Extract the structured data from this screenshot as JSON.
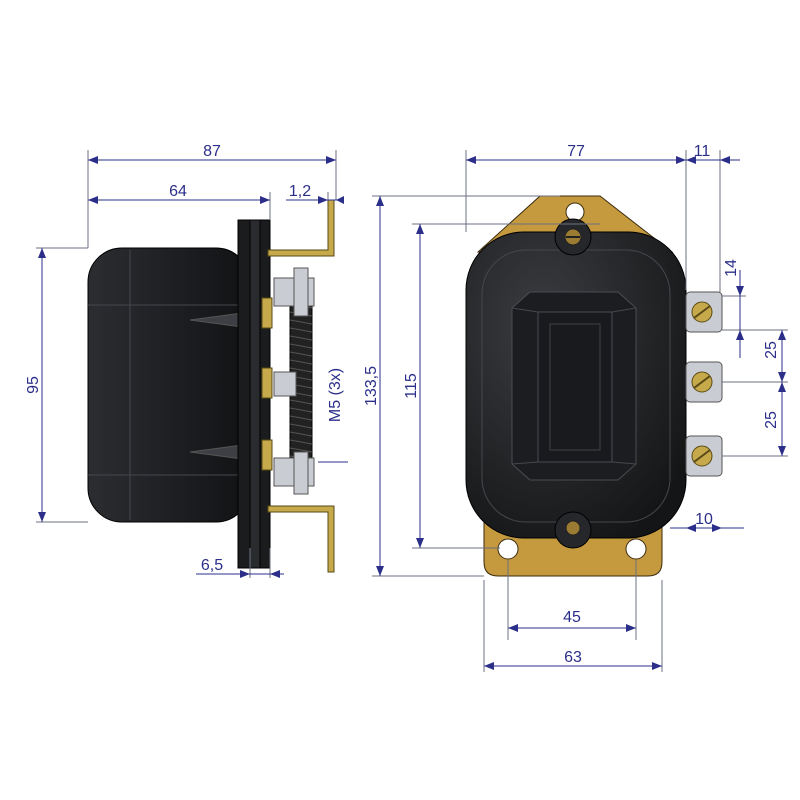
{
  "drawing": {
    "side_view": {
      "dims": {
        "overall_depth": "87",
        "body_depth": "64",
        "bracket_thickness": "1,2",
        "height": "95",
        "bottom_offset": "6,5",
        "terminal_thread": "M5 (3x)"
      }
    },
    "front_view": {
      "dims": {
        "width": "77",
        "terminal_protrusion": "11",
        "overall_height": "133,5",
        "hole_spacing_vertical": "115",
        "terminal_offset_top": "14",
        "terminal_pitch_1": "25",
        "terminal_pitch_2": "25",
        "terminal_offset_bottom": "10",
        "hole_spacing_horizontal": "45",
        "base_width": "63"
      }
    },
    "colors": {
      "dimension": "#2b2f8a",
      "housing": "#1f2022",
      "plate": "#c59a3e",
      "terminal": "#c9cdd3"
    }
  }
}
